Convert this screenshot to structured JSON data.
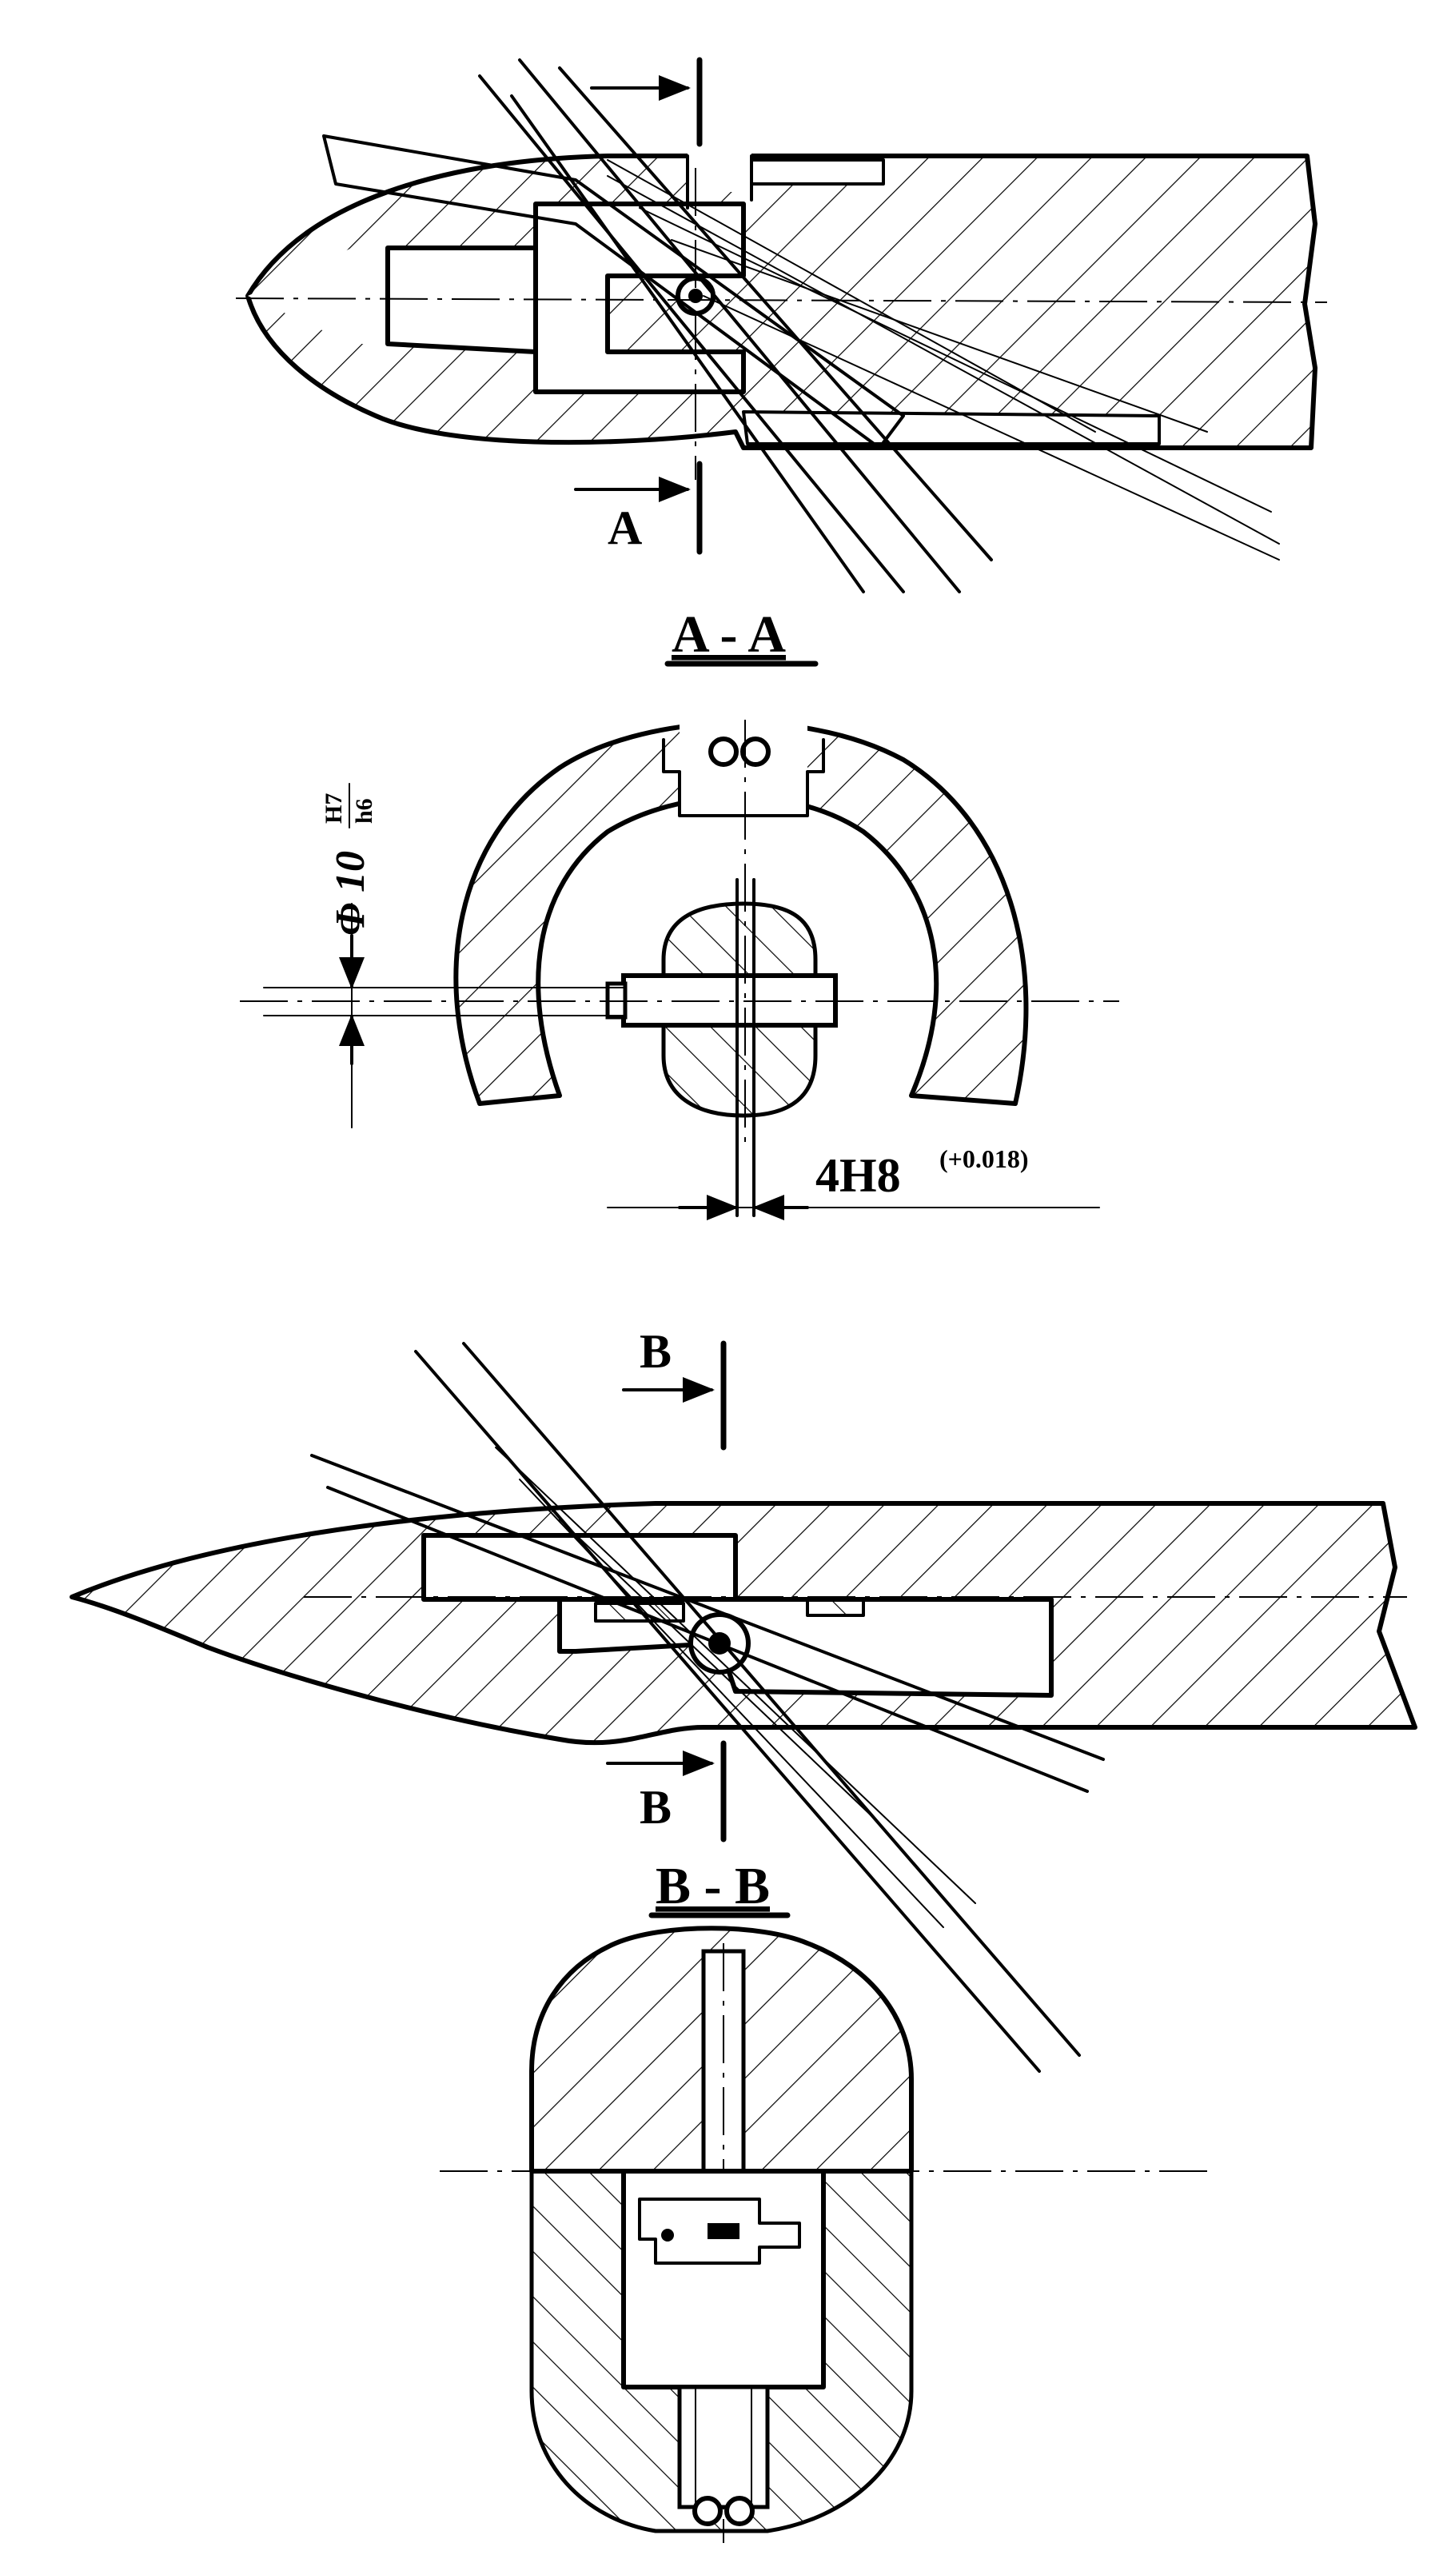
{
  "labels": {
    "view_a_arrow_label": "A",
    "section_a_title": "A - A",
    "fit_dimension_symbol": "Φ 10",
    "fit_tolerance_hole": "H7",
    "fit_tolerance_shaft": "h6",
    "slot_dimension": "4H8",
    "slot_tolerance": "(+0.018)",
    "view_b_arrow_top_label": "B",
    "view_b_arrow_bottom_label": "B",
    "section_b_title": "B - B"
  }
}
